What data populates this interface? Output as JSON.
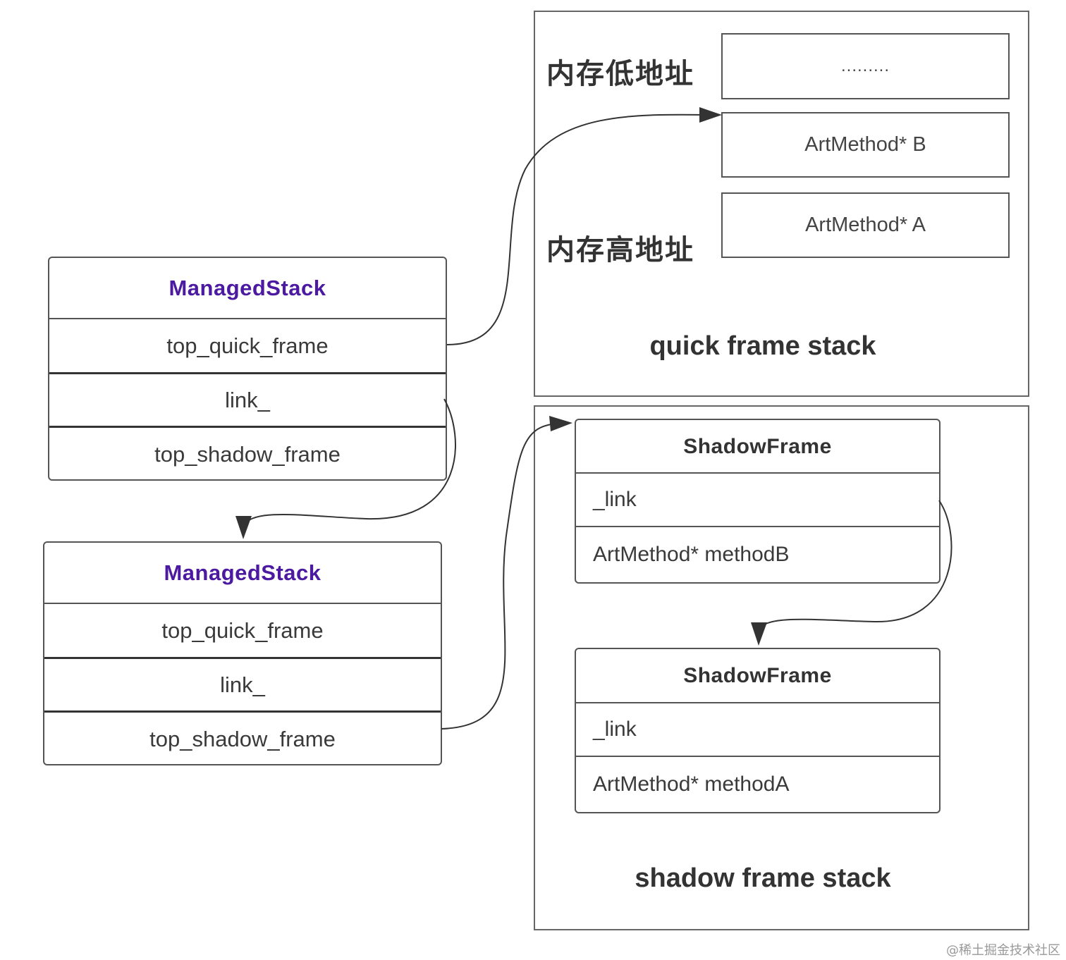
{
  "managed_stacks": [
    {
      "title": "ManagedStack",
      "fields": [
        "top_quick_frame",
        "link_",
        "top_shadow_frame"
      ]
    },
    {
      "title": "ManagedStack",
      "fields": [
        "top_quick_frame",
        "link_",
        "top_shadow_frame"
      ]
    }
  ],
  "quick_stack": {
    "title": "quick frame stack",
    "low_address_label": "内存低地址",
    "high_address_label": "内存高地址",
    "cells": [
      ".........",
      "ArtMethod* B",
      "ArtMethod* A"
    ]
  },
  "shadow_stack": {
    "title": "shadow frame stack",
    "frames": [
      {
        "title": "ShadowFrame",
        "fields": [
          "_link",
          "ArtMethod* methodB"
        ]
      },
      {
        "title": "ShadowFrame",
        "fields": [
          "_link",
          "ArtMethod* methodA"
        ]
      }
    ]
  },
  "watermark": "@稀土掘金技术社区",
  "colors": {
    "title_purple": "#4b1aa0",
    "border": "#555555",
    "text": "#333333"
  }
}
